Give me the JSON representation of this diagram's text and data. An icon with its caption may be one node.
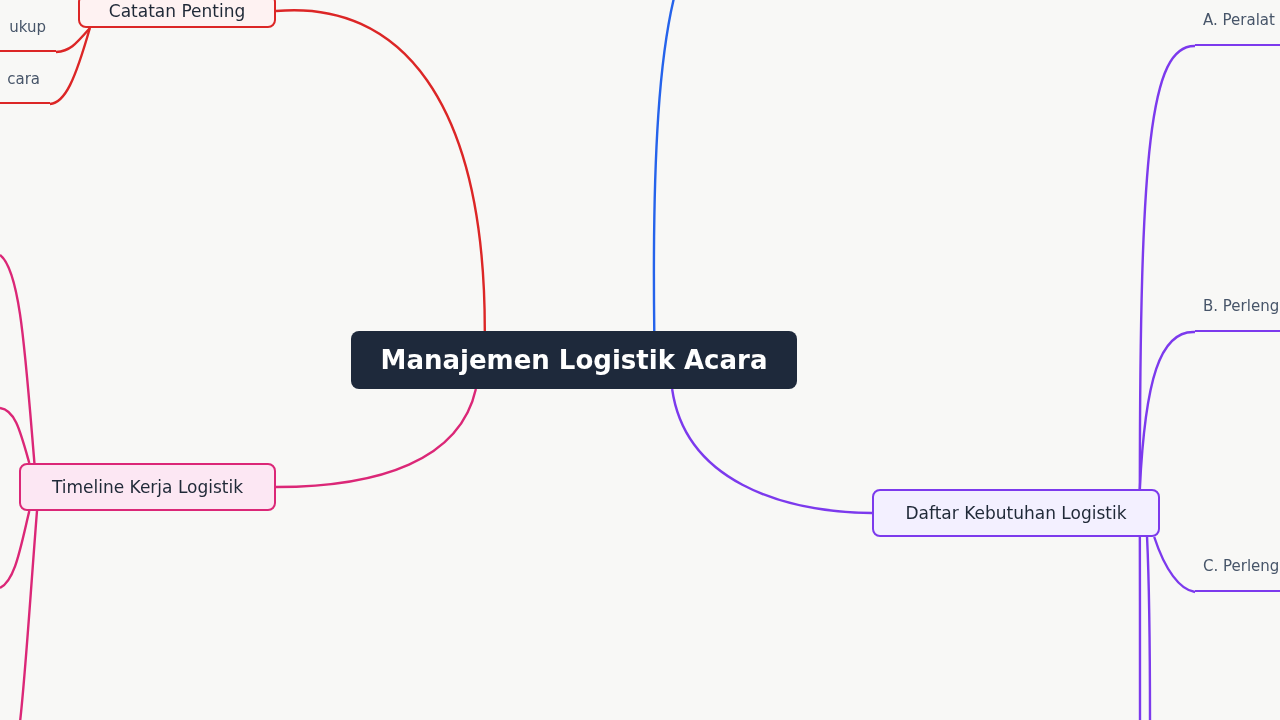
{
  "diagram": {
    "nodes": [
      {
        "text": [
          "Manajemen Logistik Acara"
        ]
      },
      {
        "text": [
          "Catatan Penting"
        ]
      },
      {
        "text": [
          "ukup"
        ]
      },
      {
        "text": [
          "cara"
        ]
      },
      {
        "text": [
          "Timeline Kerja Logistik"
        ]
      },
      {
        "text": [
          "Daftar Kebutuhan Logistik"
        ]
      },
      {
        "text": [
          "A. Peralat"
        ]
      },
      {
        "text": [
          "B. Perleng"
        ]
      },
      {
        "text": [
          "C. Perleng"
        ]
      }
    ],
    "edges": [
      {
        "from": 0,
        "to": 1,
        "arrow": "none",
        "color": "#dc2626"
      },
      {
        "from": 0,
        "to": null,
        "arrow": "none",
        "color": "#2563eb"
      },
      {
        "from": 0,
        "to": 4,
        "arrow": "none",
        "color": "#db2777"
      },
      {
        "from": 0,
        "to": 5,
        "arrow": "none",
        "color": "#7c3aed"
      },
      {
        "from": 1,
        "to": 2,
        "arrow": "none",
        "color": "#dc2626"
      },
      {
        "from": 1,
        "to": 3,
        "arrow": "none",
        "color": "#dc2626"
      },
      {
        "from": 4,
        "to": null,
        "arrow": "none",
        "color": "#db2777"
      },
      {
        "from": 4,
        "to": null,
        "arrow": "none",
        "color": "#db2777"
      },
      {
        "from": 4,
        "to": null,
        "arrow": "none",
        "color": "#db2777"
      },
      {
        "from": 4,
        "to": null,
        "arrow": "none",
        "color": "#db2777"
      },
      {
        "from": 5,
        "to": 6,
        "arrow": "none",
        "color": "#7c3aed"
      },
      {
        "from": 5,
        "to": 7,
        "arrow": "none",
        "color": "#7c3aed"
      },
      {
        "from": 5,
        "to": 8,
        "arrow": "none",
        "color": "#7c3aed"
      },
      {
        "from": 5,
        "to": null,
        "arrow": "none",
        "color": "#7c3aed"
      },
      {
        "from": 5,
        "to": null,
        "arrow": "none",
        "color": "#7c3aed"
      }
    ]
  }
}
